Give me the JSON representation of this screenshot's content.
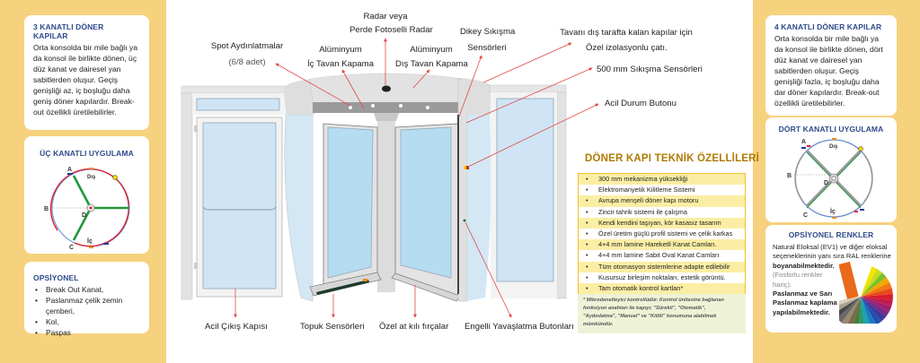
{
  "left_panel": {
    "card1": {
      "title": "3 KANATLI DÖNER KAPILAR",
      "body": "Orta konsolda bir mile bağlı ya da konsol ile birlikte dönen, üç düz kanat ve dairesel yan sabitlerden oluşur. Geçiş genişliği az, iç boşluğu daha geniş döner  kapılardır. Break-out özellikli üretilebilirler."
    },
    "card2": {
      "title": "ÜÇ  KANATLI UYGULAMA",
      "labels": {
        "a": "A",
        "b": "B",
        "c": "C",
        "d": "D",
        "outside": "Dış",
        "inside": "İç"
      }
    },
    "card3": {
      "title": "OPSİYONEL",
      "items": [
        "Break Out Kanat,",
        "Paslanmaz çelik zemin çemberi,",
        "Kol,",
        "Paspas"
      ]
    }
  },
  "right_panel": {
    "card1": {
      "title": "4 KANATLI DÖNER KAPILAR",
      "body": "Orta konsolda bir mile bağlı ya da konsol ile birlikte dönen, dört düz kanat ve  dairesel yan sabitlerden oluşur. Geçiş genişliği fazla, iç boşluğu daha dar döner kapılardır. Break-out özellikli üretilebilirler."
    },
    "card2": {
      "title": "DÖRT KANATLI UYGULAMA",
      "labels": {
        "a": "A",
        "b": "B",
        "c": "C",
        "d": "D",
        "outside": "Dış",
        "inside": "İç"
      }
    },
    "card3": {
      "title": "OPSİYONEL RENKLER",
      "line1": "Natural Eloksal (EV1) ve diğer eloksal seçeneklerinin yanı sıra RAL renklerine",
      "line2": "boyanabilmektedir.",
      "line3": "(Fosforlu renkler hariç).",
      "line4": "Paslanmaz ve Sarı Paslanmaz kaplama yapılabilmektedir."
    }
  },
  "callouts": {
    "radar": [
      "Radar veya",
      "Perde Fotoselli Radar"
    ],
    "spot": [
      "Spot Aydınlatmalar",
      "(6/8 adet)"
    ],
    "inner_ceiling": [
      "Alüminyum",
      "İç Tavan Kapama"
    ],
    "outer_ceiling": [
      "Alüminyum",
      "Dış Tavan Kapama"
    ],
    "vertical_sensors": [
      "Dikey Sıkışma",
      "Sensörleri"
    ],
    "roof": [
      "Tavanı dış tarafta kalan kapılar için",
      "Özel izolasyonlu çatı."
    ],
    "sensors_500": "500 mm Sıkışma Sensörleri",
    "emergency_button": "Acil Durum Butonu",
    "emergency_exit": "Acil Çıkış Kapısı",
    "heel_sensors": "Topuk Sensörleri",
    "brushes": "Özel at kılı fırçalar",
    "disabled_buttons": "Engelli Yavaşlatma Butonları"
  },
  "specs": {
    "title": "DÖNER KAPI TEKNİK ÖZELLİLERİ",
    "items": [
      "300 mm mekanizma yüksekliği",
      "Elektromanyetik Kilitleme Sistemi",
      "Avrupa menşeli döner kapı motoru",
      "Zincir tahrik sistemi ile çalışma",
      "Kendi kendini taşıyan, kör kasasız tasarım",
      "Özel üretim güçlü profil sistemi ve çelik karkas",
      "4+4 mm lamine Hareketli Kanat Camları.",
      "4+4 mm lamine Sabit Oval Kanat Camları",
      "Tüm otomasyon sistemlerine adapte edilebilir",
      "Kusursuz birleşim noktaları, estetik görüntü.",
      "Tam otomatik kontrol kartları*"
    ],
    "note": "* Mikrodenetleyici kontrollüdür. Kontrol ünitesine bağlanan fonksiyon anahtarı ile kapıyı; \"Sürekli\", \"Otomatik\", \"Aydınlatma\", \"Manuel\" ve \"Kilitli\" konumuna alabilmek mümkündür."
  },
  "colors": {
    "panel_bg": "#f6d27e",
    "title_blue": "#2f4b8a",
    "spec_title": "#b07a00",
    "spec_stripe": "#fbeea4",
    "note_bg": "#eef3d8",
    "callout_line": "#e04a4a",
    "glass": "#cfe5f5"
  }
}
